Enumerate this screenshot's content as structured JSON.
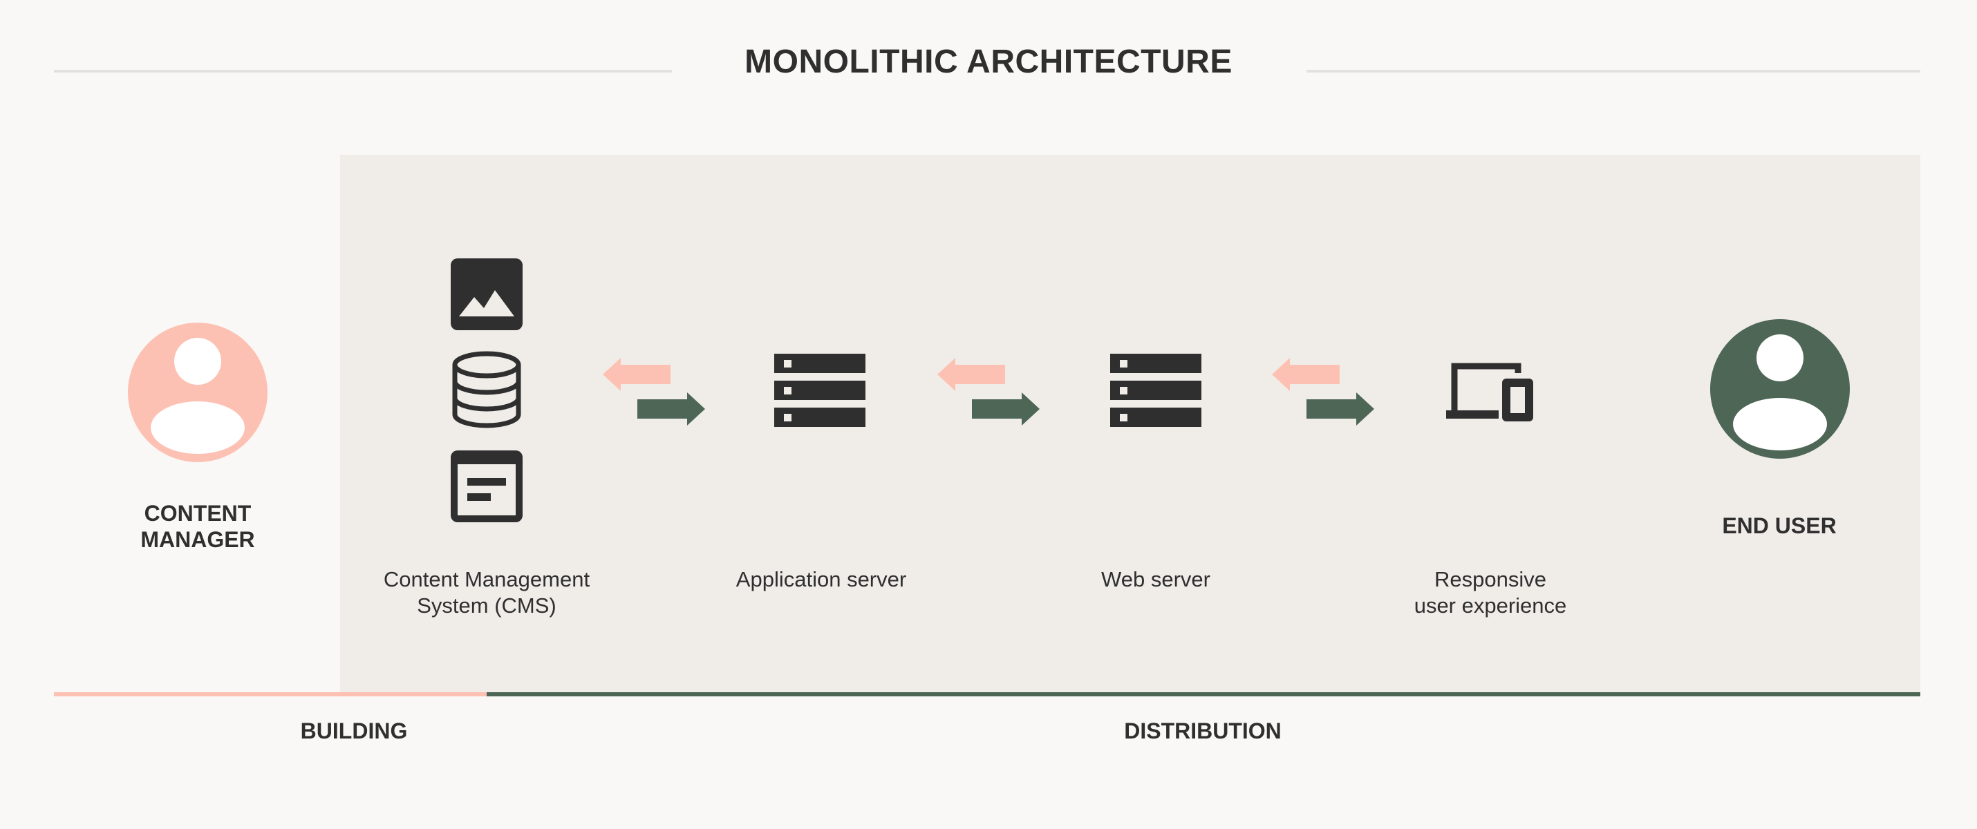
{
  "title": "MONOLITHIC ARCHITECTURE",
  "actors": {
    "content_manager": {
      "label_line1": "CONTENT",
      "label_line2": "MANAGER"
    },
    "end_user": {
      "label": "END USER"
    }
  },
  "components": {
    "cms": {
      "line1": "Content Management",
      "line2": "System (CMS)"
    },
    "app_server": {
      "label": "Application server"
    },
    "web_server": {
      "label": "Web server"
    },
    "responsive": {
      "line1": "Responsive",
      "line2": "user experience"
    }
  },
  "phases": {
    "building": "BUILDING",
    "distribution": "DISTRIBUTION"
  },
  "colors": {
    "accent_pink": "#fdc1b3",
    "accent_green": "#4d6656",
    "icon_dark": "#2f2f2f",
    "panel": "#f0ede9",
    "background": "#f9f8f6"
  }
}
